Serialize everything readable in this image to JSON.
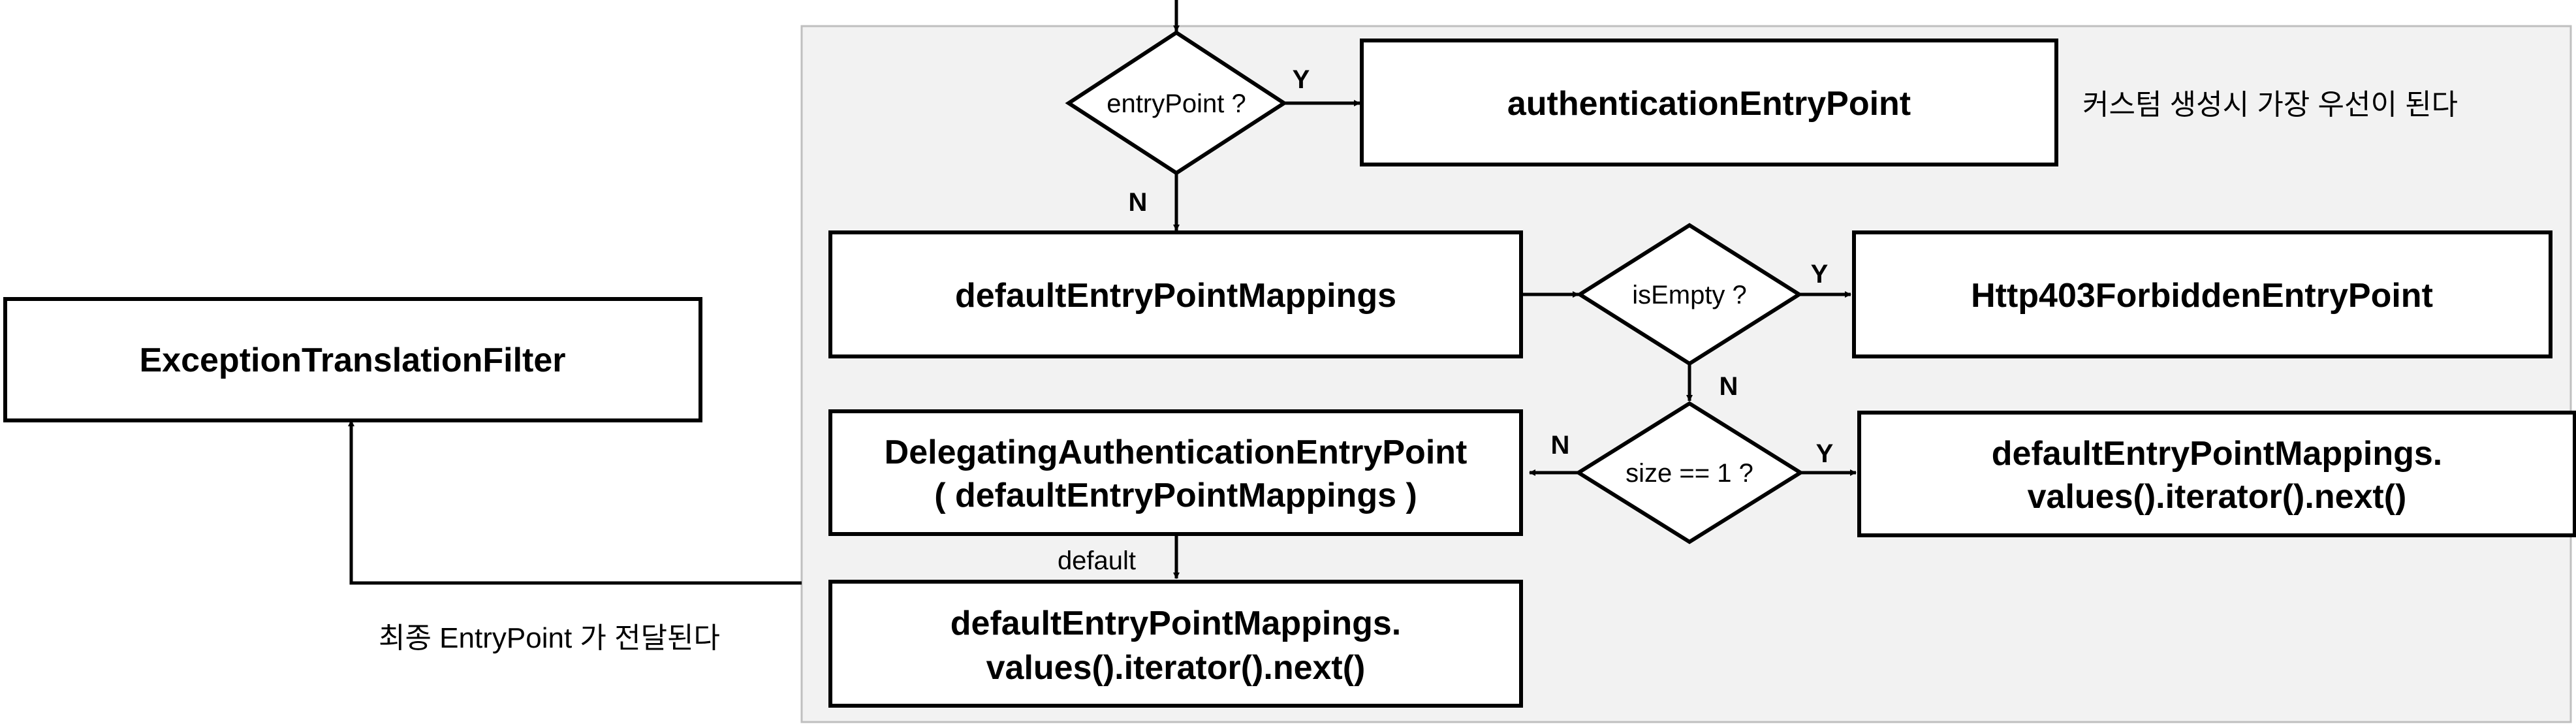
{
  "boxes": {
    "exception_translation_filter": "ExceptionTranslationFilter",
    "authentication_entry_point": "authenticationEntryPoint",
    "default_entry_point_mappings": "defaultEntryPointMappings",
    "http403_forbidden_entry_point": "Http403ForbiddenEntryPoint",
    "delegating_line1": "DelegatingAuthenticationEntryPoint",
    "delegating_line2": "( defaultEntryPointMappings )",
    "single_mapping_line1": "defaultEntryPointMappings.",
    "single_mapping_line2": "values().iterator().next()",
    "default_mapping_line1": "defaultEntryPointMappings.",
    "default_mapping_line2": "values().iterator().next()"
  },
  "decisions": {
    "entry_point": "entryPoint ?",
    "is_empty": "isEmpty ?",
    "size_one": "size == 1 ?"
  },
  "edge_labels": {
    "entry_point_yes": "Y",
    "entry_point_no": "N",
    "is_empty_yes": "Y",
    "is_empty_no": "N",
    "size_one_yes": "Y",
    "size_one_no": "N",
    "default": "default"
  },
  "notes": {
    "custom_priority": "커스텀 생성시 가장 우선이 된다",
    "final_entry_point": "최종 EntryPoint 가 전달된다"
  },
  "colors": {
    "container_fill": "#f2f2f2",
    "container_stroke": "#bfbfbf",
    "box_fill": "#ffffff",
    "stroke": "#000000"
  }
}
